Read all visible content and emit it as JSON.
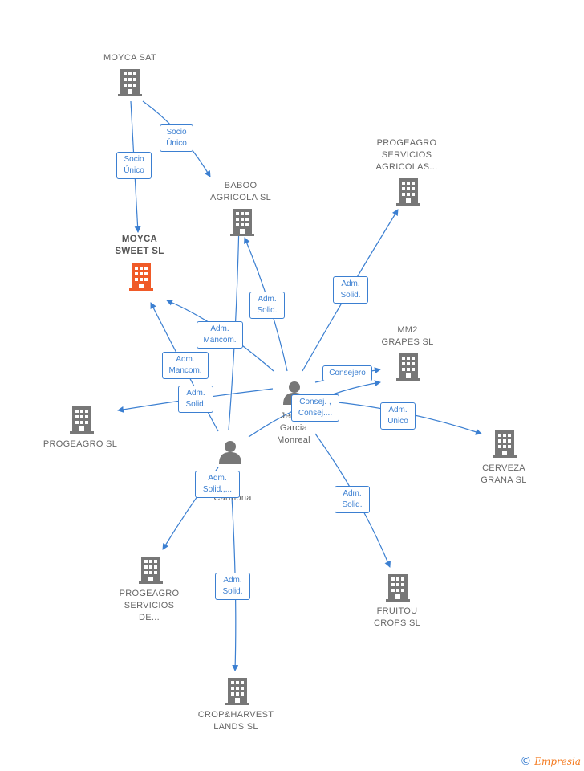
{
  "companies": [
    {
      "id": "moyca_sat",
      "lines": [
        "MOYCA SAT"
      ],
      "focus": false
    },
    {
      "id": "moyca_sweet",
      "lines": [
        "MOYCA",
        "SWEET  SL"
      ],
      "focus": true
    },
    {
      "id": "baboo",
      "lines": [
        "BABOO",
        "AGRICOLA  SL"
      ],
      "focus": false
    },
    {
      "id": "progeagro_agricolas",
      "lines": [
        "PROGEAGRO",
        "SERVICIOS",
        "AGRICOLAS..."
      ],
      "focus": false
    },
    {
      "id": "mm2",
      "lines": [
        "MM2",
        "GRAPES  SL"
      ],
      "focus": false
    },
    {
      "id": "cerveza",
      "lines": [
        "CERVEZA",
        "GRANA SL"
      ],
      "focus": false
    },
    {
      "id": "progeagro_sl",
      "lines": [
        "PROGEAGRO SL"
      ],
      "focus": false
    },
    {
      "id": "progeagro_de",
      "lines": [
        "PROGEAGRO",
        "SERVICIOS",
        "DE..."
      ],
      "focus": false
    },
    {
      "id": "fruitou",
      "lines": [
        "FRUITOU",
        "CROPS  SL"
      ],
      "focus": false
    },
    {
      "id": "crop_harvest",
      "lines": [
        "CROP&HARVEST",
        "LANDS  SL"
      ],
      "focus": false
    }
  ],
  "persons": [
    {
      "id": "jeronimo",
      "lines": [
        "Jero...",
        "Garcia",
        "Monreal"
      ]
    },
    {
      "id": "carmona",
      "lines": [
        "...o",
        "...e",
        "Carmona"
      ]
    }
  ],
  "edge_labels": [
    {
      "id": "e1",
      "lines": [
        "Socio",
        "Único"
      ]
    },
    {
      "id": "e2",
      "lines": [
        "Socio",
        "Único"
      ]
    },
    {
      "id": "e3",
      "lines": [
        "Adm.",
        "Solid."
      ]
    },
    {
      "id": "e4",
      "lines": [
        "Adm.",
        "Solid."
      ]
    },
    {
      "id": "e5",
      "lines": [
        "Adm.",
        "Mancom."
      ]
    },
    {
      "id": "e6",
      "lines": [
        "Adm.",
        "Mancom."
      ]
    },
    {
      "id": "e7",
      "lines": [
        "Adm.",
        "Solid."
      ]
    },
    {
      "id": "e8",
      "lines": [
        "Consejero"
      ]
    },
    {
      "id": "e9",
      "lines": [
        "Consej. ,",
        "Consej...."
      ]
    },
    {
      "id": "e10",
      "lines": [
        "Adm.",
        "Unico"
      ]
    },
    {
      "id": "e11",
      "lines": [
        "Adm.",
        "Solid.,..."
      ]
    },
    {
      "id": "e12",
      "lines": [
        "Adm.",
        "Solid."
      ]
    },
    {
      "id": "e13",
      "lines": [
        "Adm.",
        "Solid."
      ]
    }
  ],
  "colors": {
    "edge": "#3b7fd1",
    "building": "#777777",
    "focus_building": "#f05a28",
    "person": "#777777",
    "label": "#666666"
  },
  "brand": {
    "symbol": "©",
    "name": "Empresia"
  }
}
